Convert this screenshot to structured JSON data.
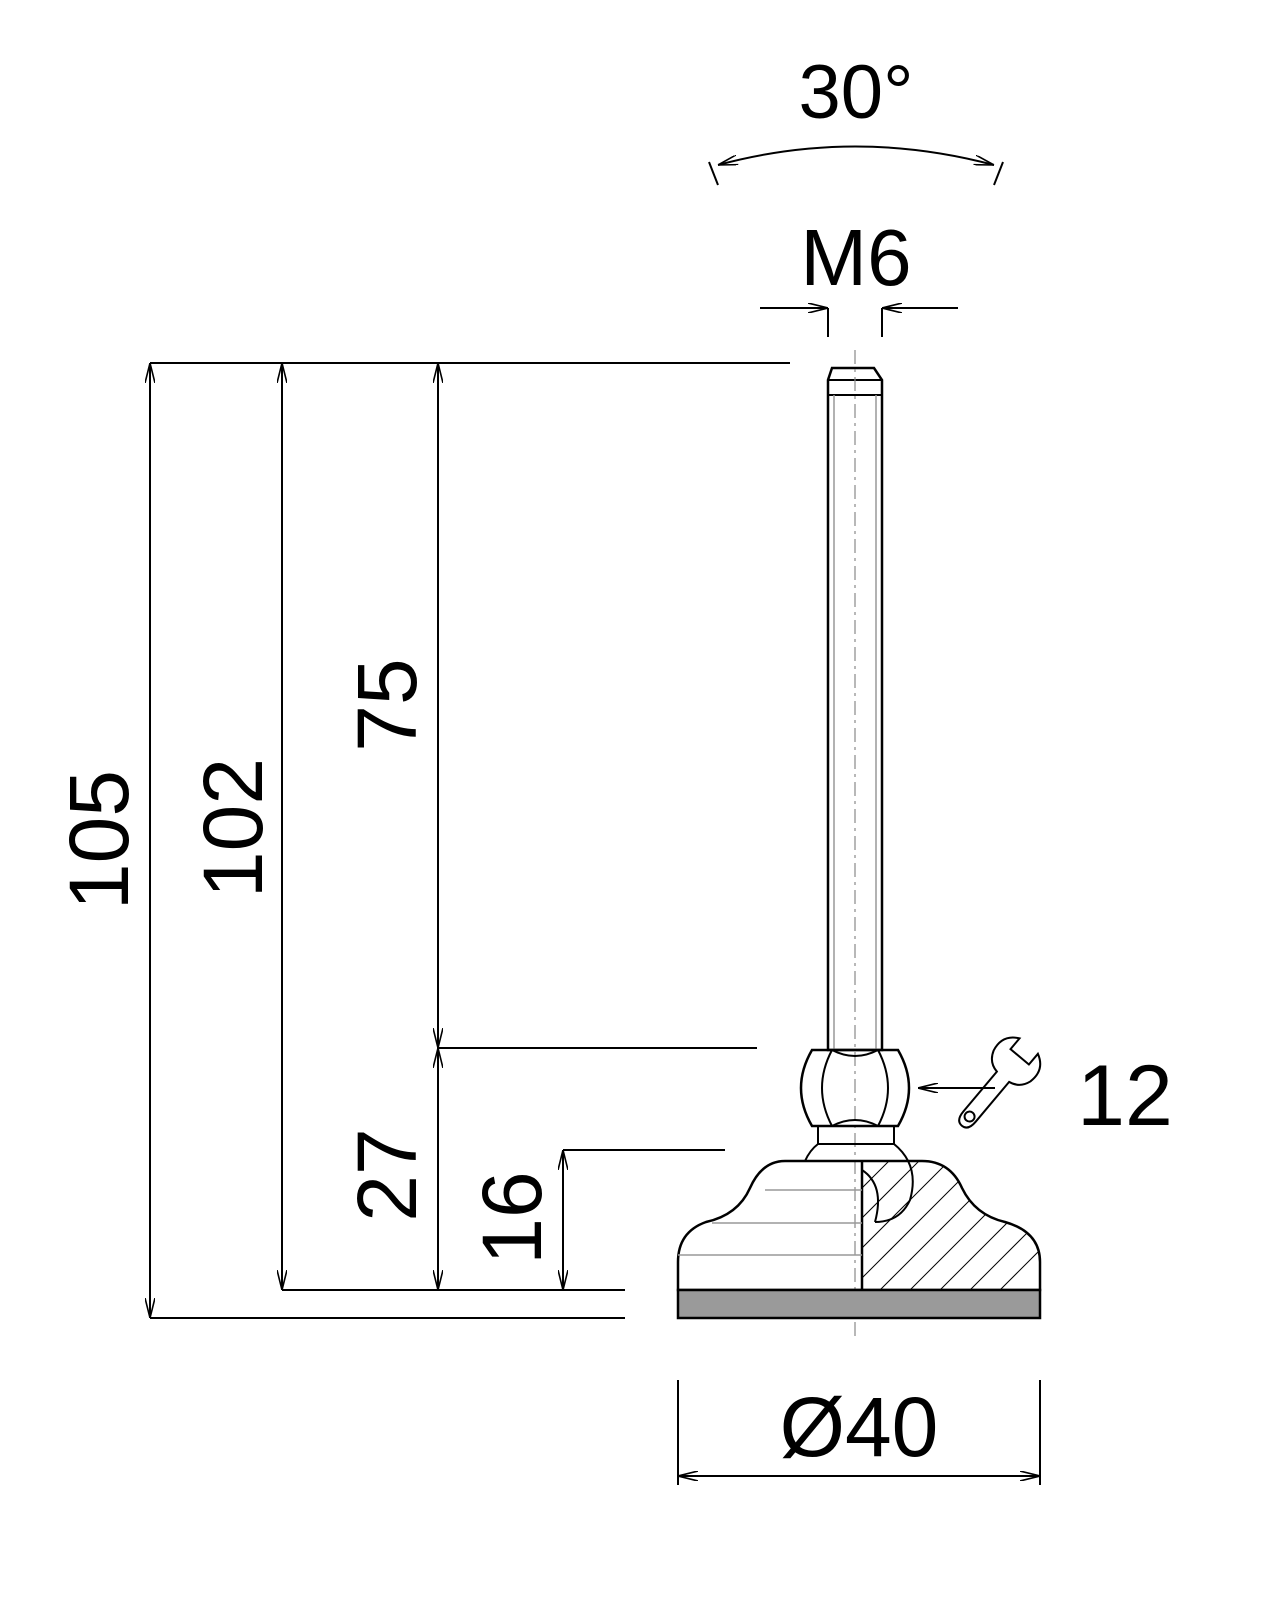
{
  "dimensions": {
    "angle": "30°",
    "thread": "M6",
    "total_height": "105",
    "height_102": "102",
    "thread_length": "75",
    "base_height_27": "27",
    "base_height_16": "16",
    "wrench_size": "12",
    "base_diameter": "Ø40"
  },
  "colors": {
    "line": "#000000",
    "pad": "#9a9a9a",
    "centerline": "#888888"
  }
}
